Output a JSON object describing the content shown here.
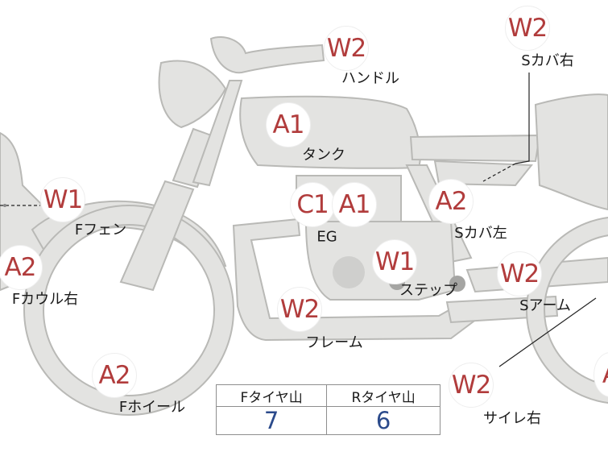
{
  "parts": [
    {
      "id": "handle",
      "grade": "W2",
      "label": "ハンドル"
    },
    {
      "id": "s-cover-right",
      "grade": "W2",
      "label": "Sカバ右"
    },
    {
      "id": "tank",
      "grade": "A1",
      "label": "タンク"
    },
    {
      "id": "f-fender",
      "grade": "W1",
      "label": "Fフェン"
    },
    {
      "id": "engine",
      "grade": "C1",
      "label": "EG"
    },
    {
      "id": "engine-2",
      "grade": "A1",
      "label": ""
    },
    {
      "id": "s-cover-left",
      "grade": "A2",
      "label": "Sカバ左"
    },
    {
      "id": "f-cowl-right",
      "grade": "A2",
      "label": "Fカウル右"
    },
    {
      "id": "step",
      "grade": "W1",
      "label": "ステップ"
    },
    {
      "id": "s-arm",
      "grade": "W2",
      "label": "Sアーム"
    },
    {
      "id": "frame",
      "grade": "W2",
      "label": "フレーム"
    },
    {
      "id": "f-wheel",
      "grade": "A2",
      "label": "Fホイール"
    },
    {
      "id": "silencer-right",
      "grade": "W2",
      "label": "サイレ右"
    },
    {
      "id": "rear-edge",
      "grade": "A",
      "label": ""
    }
  ],
  "tire_table": {
    "headers": [
      "Fタイヤ山",
      "Rタイヤ山"
    ],
    "values": [
      "7",
      "6"
    ]
  },
  "colors": {
    "grade_text": "#b13c3c",
    "tire_value": "#2b4a8b",
    "part_fill": "#e3e3e1"
  }
}
